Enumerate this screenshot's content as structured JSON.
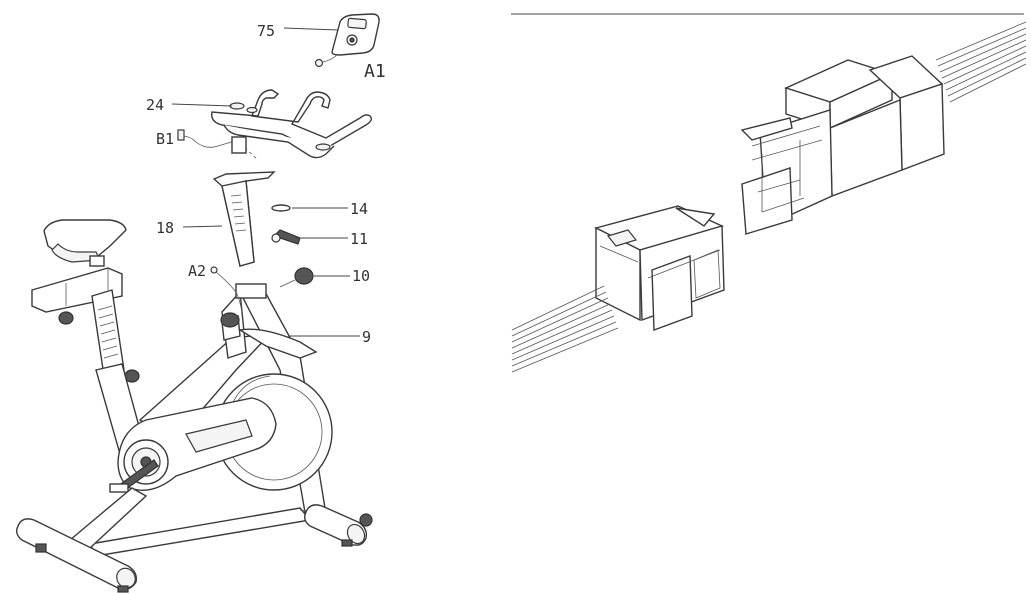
{
  "callouts": [
    {
      "id": "c75",
      "text": "75"
    },
    {
      "id": "cA1",
      "text": "A1"
    },
    {
      "id": "c24",
      "text": "24"
    },
    {
      "id": "cB1",
      "text": "B1"
    },
    {
      "id": "c18",
      "text": "18"
    },
    {
      "id": "c14",
      "text": "14"
    },
    {
      "id": "c11",
      "text": "11"
    },
    {
      "id": "cA2",
      "text": "A2"
    },
    {
      "id": "c10",
      "text": "10"
    },
    {
      "id": "c9",
      "text": "9"
    }
  ]
}
